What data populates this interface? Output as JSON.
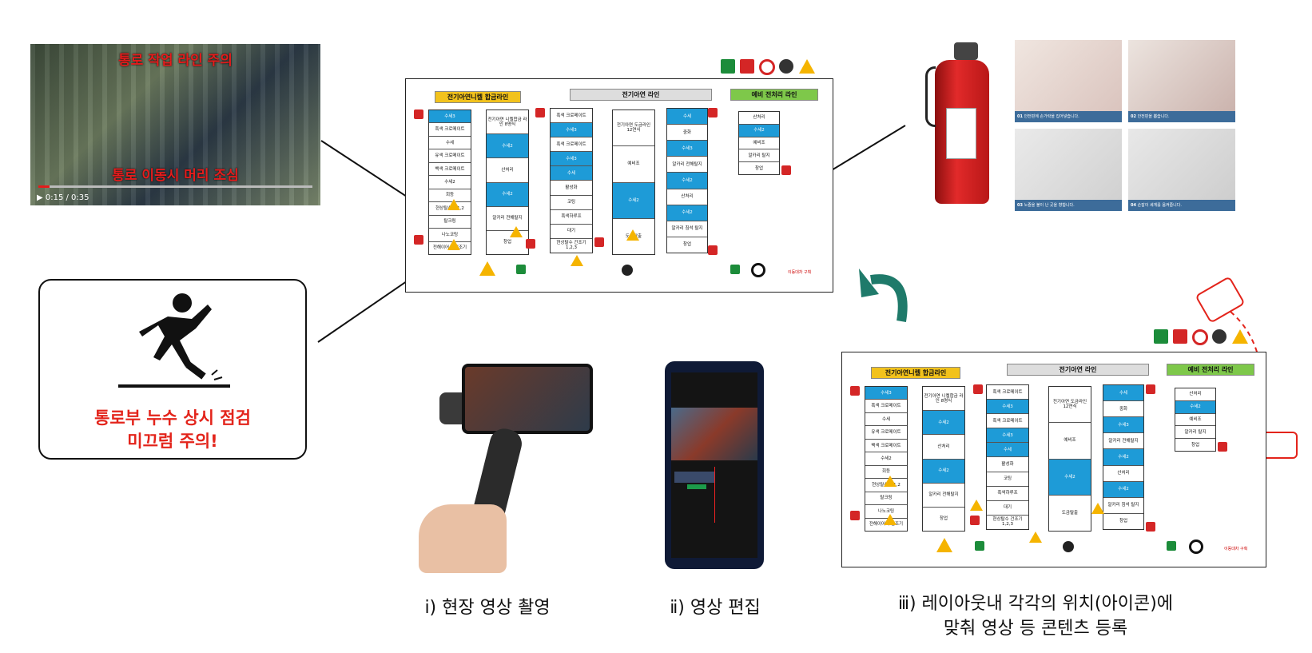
{
  "video": {
    "top_caption": "통로 작업 라인 주의",
    "bottom_caption": "통로 이동시 머리 조심",
    "time": "0:15 / 0:35"
  },
  "slip_sign": {
    "line1": "통로부 누수 상시 점검",
    "line2": "미끄럼 주의!"
  },
  "layout": {
    "line1": "전기아연니켈 합금라인",
    "line2": "전기아연 라인",
    "line3": "예비 전처리 라인",
    "legend": "이동대차 구획"
  },
  "captions": {
    "step1": "ⅰ) 현장 영상 촬영",
    "step2": "ⅱ) 영상 편집",
    "step3_line1": "ⅲ) 레이아웃내 각각의 위치(아이콘)에",
    "step3_line2": "맞춰 영상 등 콘텐츠 등록"
  },
  "extinguisher_steps": [
    {
      "no": "01",
      "text": "안전핀에 손가락을 집어넣습니다."
    },
    {
      "no": "02",
      "text": "안전핀을 뽑습니다."
    },
    {
      "no": "03",
      "text": "노즐을 불이 난 곳을 향합니다."
    },
    {
      "no": "04",
      "text": "손잡이 세게를 움켜줍니다."
    }
  ],
  "colors": {
    "accent_red": "#e3241b",
    "tank_blue": "#1e9bd7",
    "header_yellow": "#f2c21c",
    "header_green": "#7ec84a",
    "arrow_teal": "#1f7a6a"
  }
}
